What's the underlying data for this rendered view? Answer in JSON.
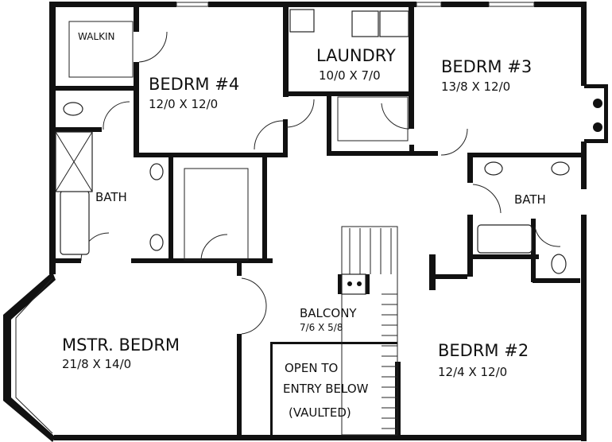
{
  "rooms": {
    "walkin": {
      "name": "WALKIN"
    },
    "bedrm4": {
      "name": "BEDRM #4",
      "size": "12/0 X 12/0"
    },
    "laundry": {
      "name": "LAUNDRY",
      "size": "10/0 X 7/0"
    },
    "bedrm3": {
      "name": "BEDRM #3",
      "size": "13/8 X 12/0"
    },
    "bath_left": {
      "name": "BATH"
    },
    "bath_right": {
      "name": "BATH"
    },
    "balcony": {
      "name": "BALCONY",
      "size": "7/6 X 5/8"
    },
    "master": {
      "name": "MSTR. BEDRM",
      "size": "21/8 X 14/0"
    },
    "open_entry": {
      "line1": "OPEN TO",
      "line2": "ENTRY BELOW",
      "line3": "(VAULTED)"
    },
    "bedrm2": {
      "name": "BEDRM #2",
      "size": "12/4 X 12/0"
    }
  }
}
